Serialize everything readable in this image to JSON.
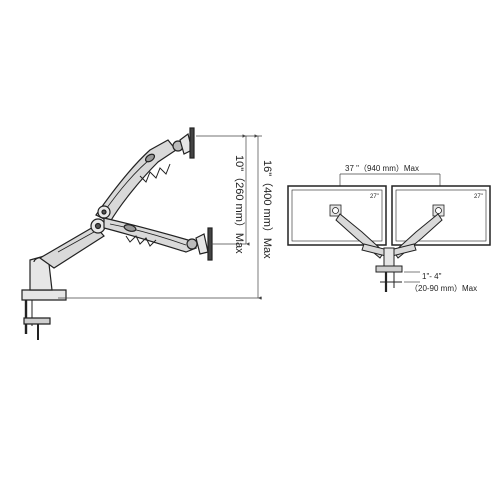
{
  "diagram": {
    "left": {
      "height_range_label": "16\"（400 mm）Max",
      "arm_range_label": "10\"（260 mm）Max"
    },
    "right": {
      "span_label": "37 \"（940 mm）Max",
      "screen_left_size": "27\"",
      "screen_right_size": "27\"",
      "clamp_range_inch": "1\"- 4\"",
      "clamp_range_mm": "（20-90 mm）Max"
    }
  },
  "colors": {
    "line": "#222222",
    "arm_fill": "#d9d9d9",
    "dim_line": "#444444"
  }
}
